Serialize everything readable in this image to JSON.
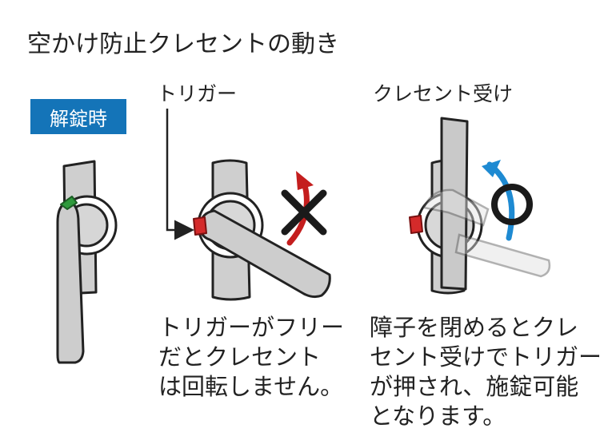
{
  "title": "空かけ防止クレセントの動き",
  "badge": "解錠時",
  "trigger_label": "トリガー",
  "receiver_label": "クレセント受け",
  "middle_caption": [
    "トリガーがフリー",
    "だとクレセント",
    "は回転しません。"
  ],
  "right_caption": [
    "障子を閉めるとクレ",
    "セント受けでトリガー",
    "が押され、施錠可能",
    "となります。"
  ],
  "colors": {
    "badge": "#1474b8",
    "trigger_green": "#2e9a3c",
    "trigger_red": "#d42a2a",
    "arrow_red": "#c41e1e",
    "arrow_blue": "#1e8ad2",
    "metal": "#d0d0d0",
    "outline": "#222222"
  },
  "icons": [
    "cross-mark-icon",
    "circle-mark-icon",
    "rotation-arrow-icon"
  ]
}
